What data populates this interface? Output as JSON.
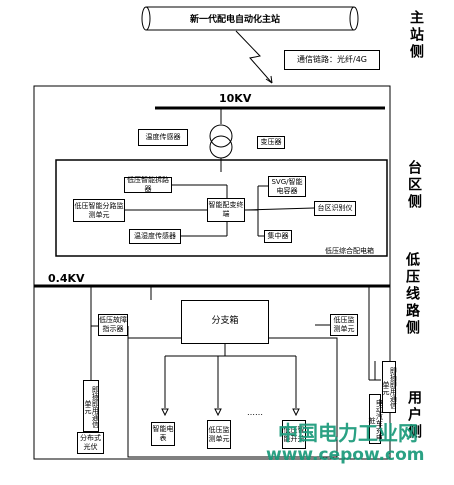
{
  "master_station": "新一代配电自动化主站",
  "comm_link": "通信链路：光纤/4G",
  "side_labels": {
    "master": "主站侧",
    "area": "台区侧",
    "lv_line": "低压线路侧",
    "user": "用户侧"
  },
  "voltage_10kv": "10KV",
  "voltage_04kv": "0.4KV",
  "area_section": {
    "temp_sensor": "温度传感器",
    "transformer": "变压器",
    "cabinet_title": "低压综合配电箱",
    "smart_terminal": "智能配变终端",
    "lv_switch_sensor": "低压智能拆路器",
    "lv_branch_monitor": "低压智能分路监测单元",
    "humidity_sensor": "温湿度传感器",
    "svg_capacitor": "SVG/智能电容器",
    "area_identifier": "台区识别仪",
    "concentrator": "集中器"
  },
  "lv_section": {
    "fault_indicator": "低压故障指示器",
    "branch_box": "分支箱",
    "lv_monitor_unit": "低压监测单元",
    "plug_comm_unit": "即插即用通信单元",
    "distributed_pv": "分布式光伏"
  },
  "user_section": {
    "smart_meter": "智能电表",
    "lv_monitor_unit": "低压监测单元",
    "lv_switch": "低压智能开关",
    "ellipsis": "……",
    "plug_ev_unit": "即插即用通信单元",
    "ev_charger": "电动汽车充电桩"
  },
  "watermark": {
    "cn": "中国电力工业网",
    "url": "www.cepow.com"
  },
  "colors": {
    "watermark": "#1a9a7a"
  }
}
